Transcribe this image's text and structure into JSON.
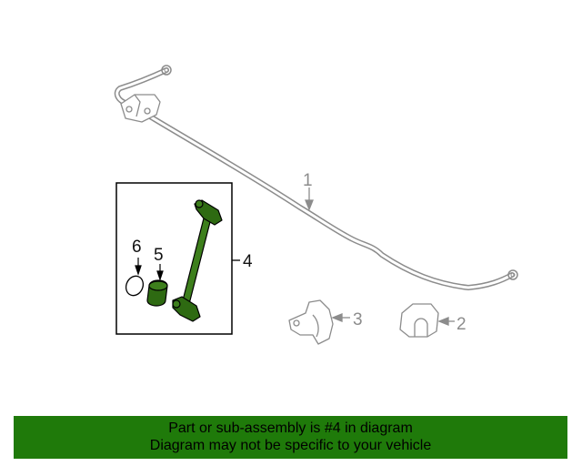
{
  "diagram": {
    "callouts": {
      "stabilizer_bar": "1",
      "bushing": "2",
      "bracket": "3",
      "link_assembly": "4",
      "link_nut": "5",
      "o_ring": "6"
    },
    "highlight_color": "#2e6a12",
    "part_line_color": "#8c8c8c"
  },
  "footer": {
    "line1": "Part or sub-assembly is #4 in diagram",
    "line2": "Diagram may not be specific to your vehicle",
    "background_color": "#1f7a0a"
  }
}
